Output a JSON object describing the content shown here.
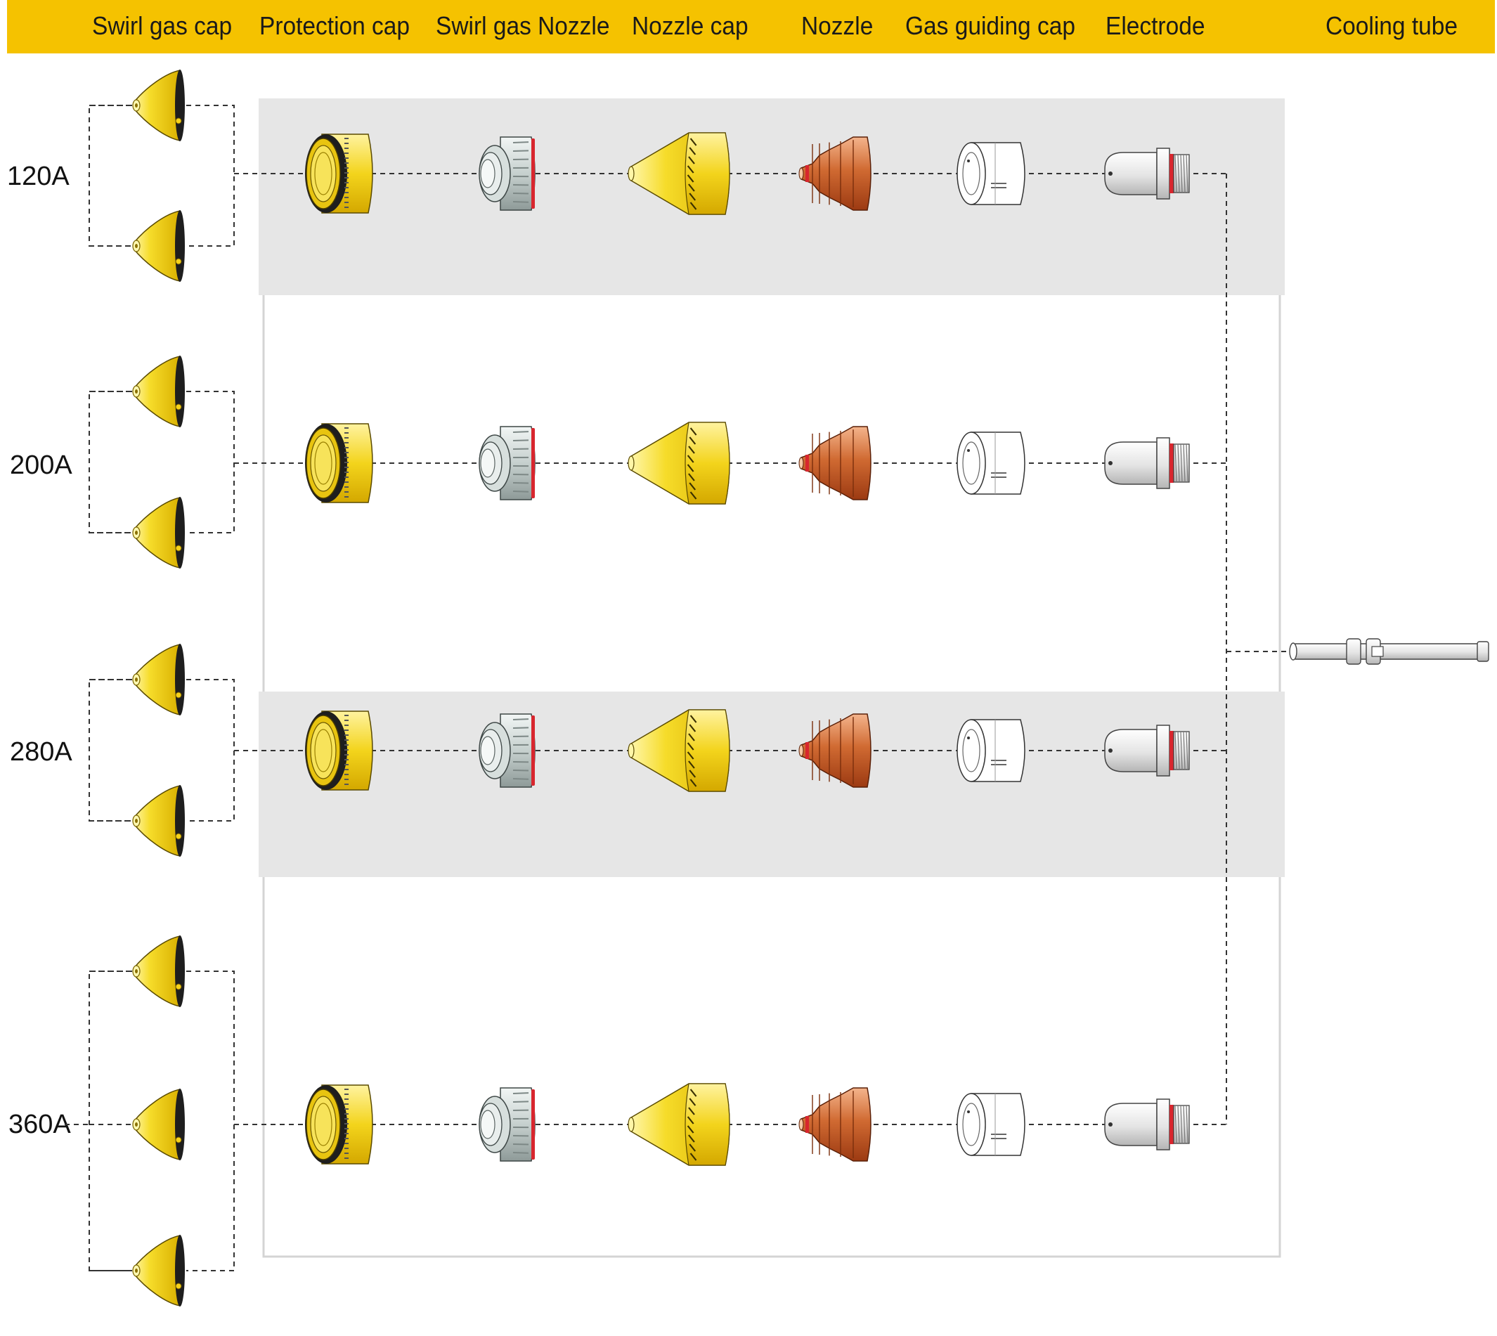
{
  "header": {
    "columns": [
      {
        "key": "swirl_gas_cap",
        "label": "Swirl gas cap"
      },
      {
        "key": "protection_cap",
        "label": "Protection cap"
      },
      {
        "key": "swirl_gas_nozzle",
        "label": "Swirl gas Nozzle"
      },
      {
        "key": "nozzle_cap",
        "label": "Nozzle cap"
      },
      {
        "key": "nozzle",
        "label": "Nozzle"
      },
      {
        "key": "gas_guiding_cap",
        "label": "Gas guiding cap"
      },
      {
        "key": "electrode",
        "label": "Electrode"
      },
      {
        "key": "cooling_tube",
        "label": "Cooling tube"
      }
    ]
  },
  "rows": [
    {
      "label": "120A",
      "swirl_caps": 2,
      "shaded": true
    },
    {
      "label": "200A",
      "swirl_caps": 2,
      "shaded": false
    },
    {
      "label": "280A",
      "swirl_caps": 2,
      "shaded": true
    },
    {
      "label": "360A",
      "swirl_caps": 3,
      "shaded": false
    }
  ],
  "colors": {
    "header": "#F5C200",
    "shade": "#E6E6E6",
    "brass": "#F2D21B",
    "copper": "#C4541E",
    "silver": "#C9D3D0",
    "seal_red": "#D8262E",
    "dark_ring": "#1E1E1E"
  },
  "icons": {
    "swirl_gas_cap": "cone-cap-icon",
    "protection_cap": "ring-cap-icon",
    "swirl_gas_nozzle": "swirl-ring-icon",
    "nozzle_cap": "nozzle-cap-icon",
    "nozzle": "copper-nozzle-icon",
    "gas_guiding_cap": "guide-cap-icon",
    "electrode": "electrode-icon",
    "cooling_tube": "cooling-tube-icon"
  }
}
